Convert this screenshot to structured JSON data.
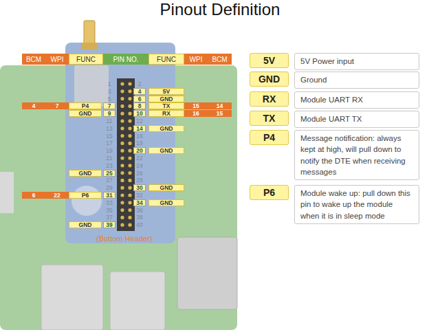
{
  "diagram": {
    "title": "Pinout Definition",
    "nodes": [
      {
        "text": [
          "BCM"
        ]
      },
      {
        "text": [
          "WPI"
        ]
      },
      {
        "text": [
          "FUNC"
        ]
      },
      {
        "text": [
          "PIN NO."
        ]
      },
      {
        "text": [
          "FUNC"
        ]
      },
      {
        "text": [
          "WPI"
        ]
      },
      {
        "text": [
          "BCM"
        ]
      },
      {
        "text": [
          "4"
        ]
      },
      {
        "text": [
          "5V"
        ]
      },
      {
        "text": [
          "6"
        ]
      },
      {
        "text": [
          "GND"
        ]
      },
      {
        "text": [
          "4"
        ]
      },
      {
        "text": [
          "7"
        ]
      },
      {
        "text": [
          "P4"
        ]
      },
      {
        "text": [
          "7"
        ]
      },
      {
        "text": [
          "8"
        ]
      },
      {
        "text": [
          "TX"
        ]
      },
      {
        "text": [
          "15"
        ]
      },
      {
        "text": [
          "14"
        ]
      },
      {
        "text": [
          "GND"
        ]
      },
      {
        "text": [
          "9"
        ]
      },
      {
        "text": [
          "10"
        ]
      },
      {
        "text": [
          "RX"
        ]
      },
      {
        "text": [
          "16"
        ]
      },
      {
        "text": [
          "15"
        ]
      },
      {
        "text": [
          "14"
        ]
      },
      {
        "text": [
          "GND"
        ]
      },
      {
        "text": [
          "20"
        ]
      },
      {
        "text": [
          "GND"
        ]
      },
      {
        "text": [
          "GND"
        ]
      },
      {
        "text": [
          "25"
        ]
      },
      {
        "text": [
          "30"
        ]
      },
      {
        "text": [
          "GND"
        ]
      },
      {
        "text": [
          "6"
        ]
      },
      {
        "text": [
          "22"
        ]
      },
      {
        "text": [
          "P6"
        ]
      },
      {
        "text": [
          "31"
        ]
      },
      {
        "text": [
          "34"
        ]
      },
      {
        "text": [
          "GND"
        ]
      },
      {
        "text": [
          "GND"
        ]
      },
      {
        "text": [
          "39"
        ]
      },
      {
        "text": [
          "5V"
        ]
      },
      {
        "text": [
          "5V Power input"
        ]
      },
      {
        "text": [
          "GND"
        ]
      },
      {
        "text": [
          "Ground"
        ]
      },
      {
        "text": [
          "RX"
        ]
      },
      {
        "text": [
          "Module UART RX"
        ]
      },
      {
        "text": [
          "TX"
        ]
      },
      {
        "text": [
          "Module UART TX"
        ]
      },
      {
        "text": [
          "P4"
        ]
      },
      {
        "text": [
          "Message notification: always kept at high, will pull down to notify the DTE when receiving messages"
        ]
      },
      {
        "text": [
          "P6"
        ]
      },
      {
        "text": [
          "Module wake up: pull down this pin to wake up the module when it is in sleep mode"
        ]
      }
    ],
    "labels": [
      "1",
      "2",
      "3",
      "5",
      "11",
      "12",
      "13",
      "15",
      "16",
      "17",
      "18",
      "19",
      "21",
      "22",
      "23",
      "24",
      "26",
      "27",
      "28",
      "29",
      "32",
      "33",
      "35",
      "36",
      "37",
      "38",
      "40",
      "(Bottom Header)"
    ]
  }
}
